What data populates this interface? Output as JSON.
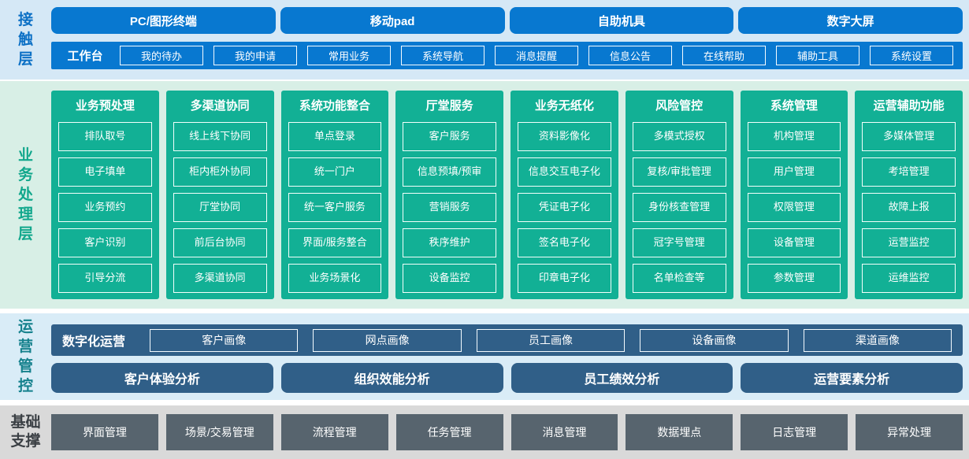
{
  "layers": {
    "touch": {
      "label": "接触层",
      "channels": [
        "PC/图形终端",
        "移动pad",
        "自助机具",
        "数字大屏"
      ],
      "workbench": {
        "label": "工作台",
        "items": [
          "我的待办",
          "我的申请",
          "常用业务",
          "系统导航",
          "消息提醒",
          "信息公告",
          "在线帮助",
          "辅助工具",
          "系统设置"
        ]
      }
    },
    "business": {
      "label": "业务处理层",
      "columns": [
        {
          "title": "业务预处理",
          "items": [
            "排队取号",
            "电子填单",
            "业务预约",
            "客户识别",
            "引导分流"
          ]
        },
        {
          "title": "多渠道协同",
          "items": [
            "线上线下协同",
            "柜内柜外协同",
            "厅堂协同",
            "前后台协同",
            "多渠道协同"
          ]
        },
        {
          "title": "系统功能整合",
          "items": [
            "单点登录",
            "统一门户",
            "统一客户服务",
            "界面/服务整合",
            "业务场景化"
          ]
        },
        {
          "title": "厅堂服务",
          "items": [
            "客户服务",
            "信息预填/预审",
            "营销服务",
            "秩序维护",
            "设备监控"
          ]
        },
        {
          "title": "业务无纸化",
          "items": [
            "资料影像化",
            "信息交互电子化",
            "凭证电子化",
            "签名电子化",
            "印章电子化"
          ]
        },
        {
          "title": "风险管控",
          "items": [
            "多模式授权",
            "复核/审批管理",
            "身份核查管理",
            "冠字号管理",
            "名单检查等"
          ]
        },
        {
          "title": "系统管理",
          "items": [
            "机构管理",
            "用户管理",
            "权限管理",
            "设备管理",
            "参数管理"
          ]
        },
        {
          "title": "运营辅助功能",
          "items": [
            "多媒体管理",
            "考培管理",
            "故障上报",
            "运营监控",
            "运维监控"
          ]
        }
      ]
    },
    "operations": {
      "label": "运营管控",
      "digital_ops": {
        "label": "数字化运营",
        "items": [
          "客户画像",
          "网点画像",
          "员工画像",
          "设备画像",
          "渠道画像"
        ]
      },
      "analysis": [
        "客户体验分析",
        "组织效能分析",
        "员工绩效分析",
        "运营要素分析"
      ]
    },
    "base": {
      "label": "基础支撑",
      "items": [
        "界面管理",
        "场景/交易管理",
        "流程管理",
        "任务管理",
        "消息管理",
        "数据埋点",
        "日志管理",
        "异常处理"
      ]
    }
  },
  "colors": {
    "primary_blue": "#0878d0",
    "teal_green": "#12b095",
    "steel_blue": "#305f88",
    "slate_gray": "#57646e",
    "touch_bg": "#d5e8f6",
    "business_bg": "#d8efe6",
    "ops_bg": "#d9ecf7",
    "base_bg": "#d9d9d9"
  }
}
